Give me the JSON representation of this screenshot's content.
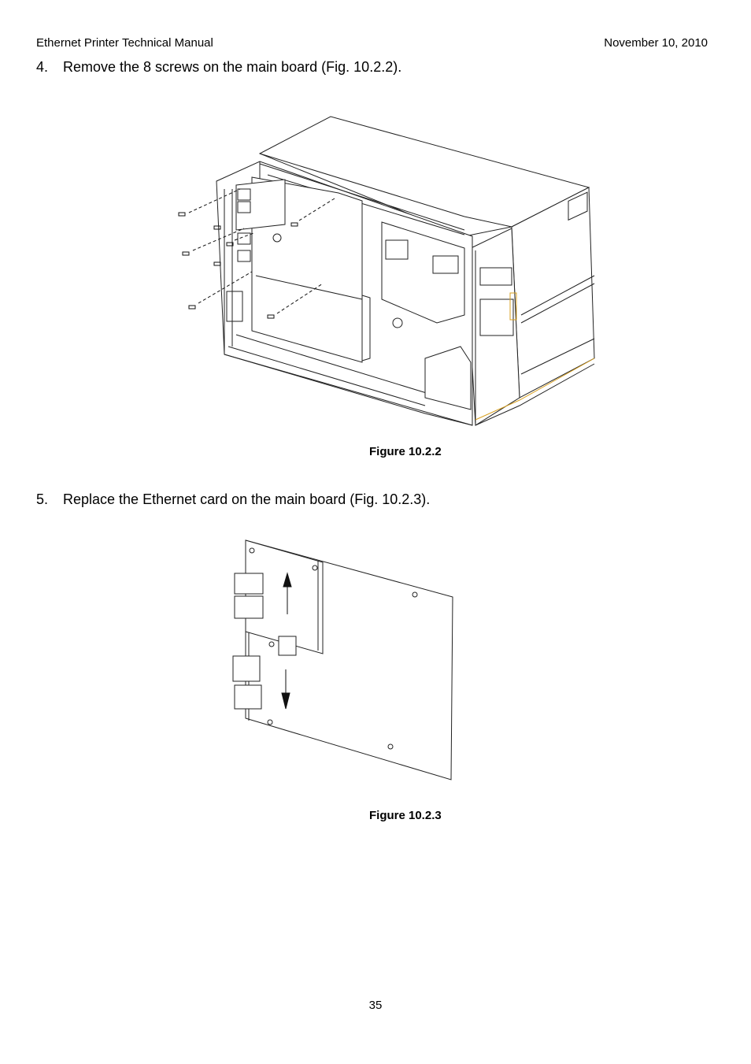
{
  "header": {
    "title": "Ethernet Printer Technical Manual",
    "date": "November 10, 2010"
  },
  "steps": [
    {
      "number": "4.",
      "text": "Remove the 8 screws on the main board (Fig. 10.2.2)."
    },
    {
      "number": "5.",
      "text": "Replace the Ethernet card on the main board (Fig. 10.2.3)."
    }
  ],
  "figures": [
    {
      "caption": "Figure 10.2.2"
    },
    {
      "caption": "Figure 10.2.3"
    }
  ],
  "page_number": "35"
}
